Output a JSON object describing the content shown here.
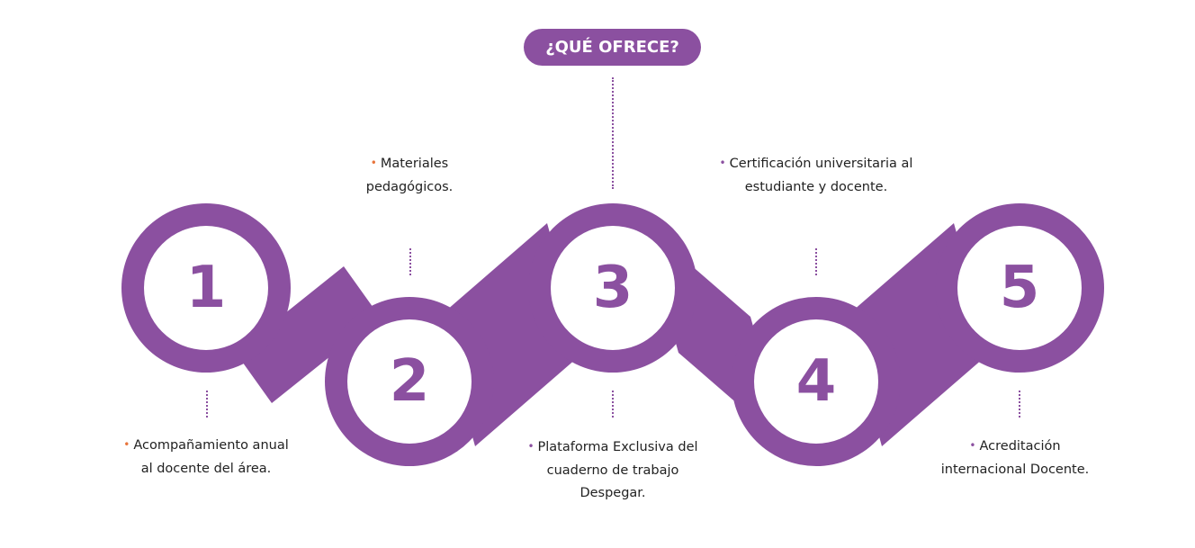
{
  "header": {
    "title": "¿QUÉ OFRECE?"
  },
  "colors": {
    "primary": "#8b50a0",
    "bullet_orange": "#e8743b",
    "bullet_purple": "#8b50a0",
    "text": "#222222"
  },
  "steps": [
    {
      "number": "1",
      "bullet": "•",
      "line1": "Acompañamiento anual",
      "line2": "al docente del área.",
      "line3": ""
    },
    {
      "number": "2",
      "bullet": "•",
      "line1": "Materiales",
      "line2": "pedagógicos.",
      "line3": ""
    },
    {
      "number": "3",
      "bullet": "•",
      "line1": "Plataforma Exclusiva del",
      "line2": "cuaderno de trabajo",
      "line3": "Despegar."
    },
    {
      "number": "4",
      "bullet": "•",
      "line1": "Certificación universitaria al",
      "line2": "estudiante y docente.",
      "line3": ""
    },
    {
      "number": "5",
      "bullet": "•",
      "line1": "Acreditación",
      "line2": "internacional Docente.",
      "line3": ""
    }
  ]
}
